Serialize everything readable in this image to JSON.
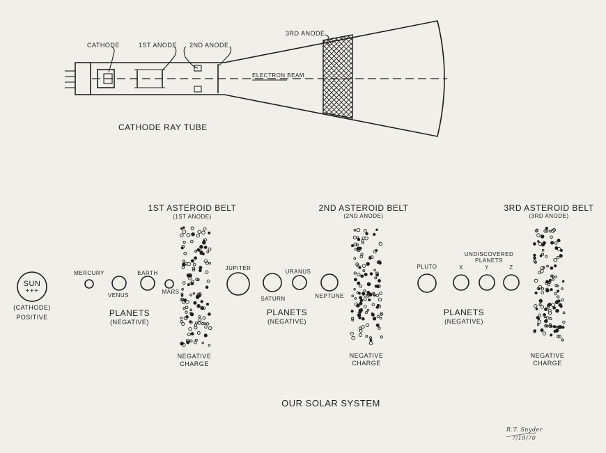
{
  "crt": {
    "title": "CATHODE RAY TUBE",
    "labels": {
      "cathode": "CATHODE",
      "anode1": "1ST ANODE",
      "anode2": "2ND ANODE",
      "anode3": "3RD ANODE",
      "beam": "ELECTRON BEAM"
    }
  },
  "solar": {
    "title": "OUR SOLAR SYSTEM",
    "sun": {
      "name": "SUN",
      "sign": "+++",
      "role": "(CATHODE)",
      "charge": "POSITIVE"
    },
    "planets": {
      "mercury": "MERCURY",
      "venus": "VENUS",
      "earth": "EARTH",
      "mars": "MARS",
      "jupiter": "JUPITER",
      "saturn": "SATURN",
      "uranus": "URANUS",
      "neptune": "NEPTUNE",
      "pluto": "PLUTO",
      "x": "X",
      "y": "Y",
      "z": "Z",
      "undiscovered": "UNDISCOVERED PLANETS"
    },
    "groups": [
      {
        "title": "PLANETS",
        "note": "(NEGATIVE)"
      },
      {
        "title": "PLANETS",
        "note": "(NEGATIVE)"
      },
      {
        "title": "PLANETS",
        "note": "(NEGATIVE)"
      }
    ],
    "belts": [
      {
        "title": "1ST ASTEROID BELT",
        "sub": "(1ST ANODE)",
        "charge1": "NEGATIVE",
        "charge2": "CHARGE"
      },
      {
        "title": "2ND ASTEROID BELT",
        "sub": "(2ND ANODE)",
        "charge1": "NEGATIVE",
        "charge2": "CHARGE"
      },
      {
        "title": "3RD ASTEROID BELT",
        "sub": "(3RD ANODE)",
        "charge1": "NEGATIVE",
        "charge2": "CHARGE"
      }
    ]
  },
  "signature": {
    "name": "R.T. Snyder",
    "date": "7/19/70"
  }
}
